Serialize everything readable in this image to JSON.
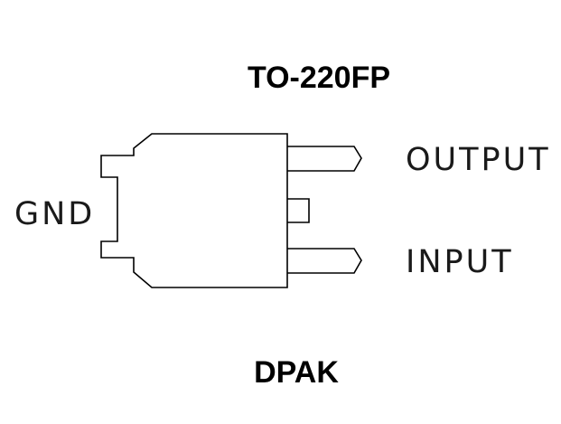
{
  "package_title": "TO-220FP",
  "package_subtitle": "DPAK",
  "pins": {
    "gnd": "GND",
    "output": "OUTPUT",
    "input": "INPUT"
  },
  "colors": {
    "stroke": "#000000",
    "text": "#000000",
    "background": "#ffffff"
  }
}
